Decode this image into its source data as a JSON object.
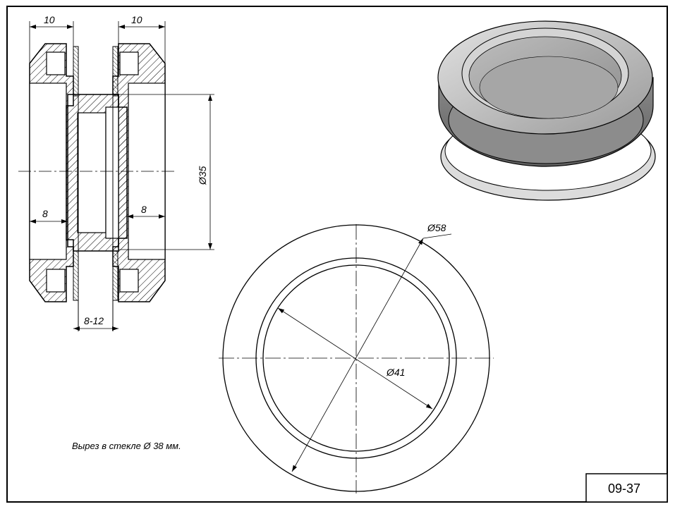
{
  "drawing": {
    "dimensions": {
      "left_width": "10",
      "right_width": "10",
      "diameter_inner": "Ø35",
      "left_depth": "8",
      "right_depth": "8",
      "glass_thickness": "8-12",
      "outer_diameter": "Ø58",
      "ring_diameter": "Ø41"
    },
    "note": "Вырез в стекле Ø 38 мм.",
    "code": "09-37"
  },
  "colors": {
    "line": "#000000",
    "metal_dark": "#7a7a7a",
    "metal_light": "#cfcfcf",
    "metal_face": "#a9a9a9"
  }
}
